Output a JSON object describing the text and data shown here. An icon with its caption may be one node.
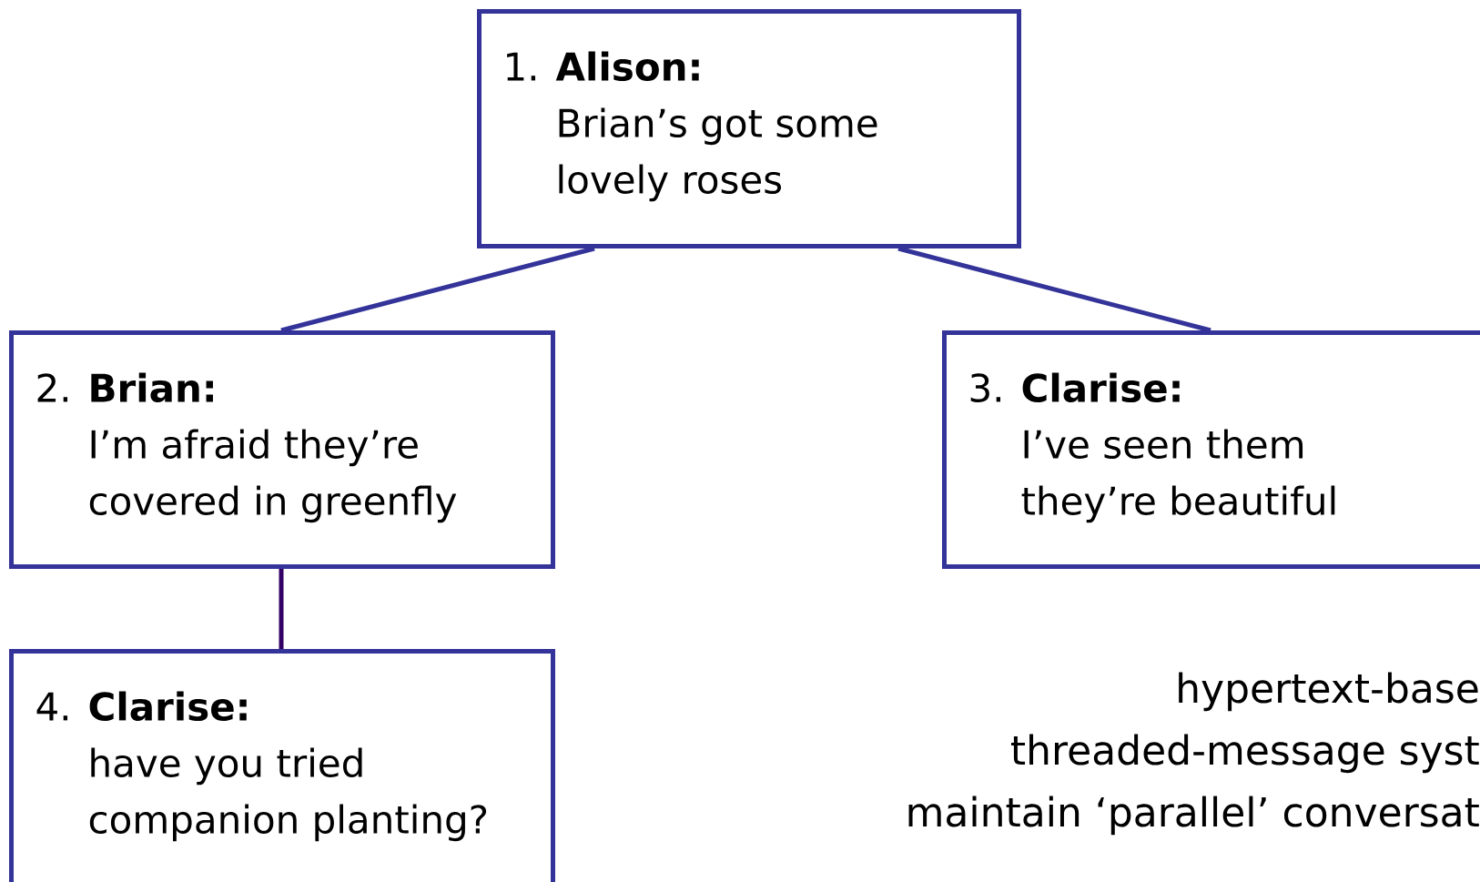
{
  "diagram": {
    "nodes": [
      {
        "text": [
          "1.",
          "Alison:",
          "Brian’s got some lovely roses"
        ]
      },
      {
        "text": [
          "2.",
          "Brian:",
          "I’m afraid they’re covered in greenfly"
        ]
      },
      {
        "text": [
          "3.",
          "Clarise:",
          "I’ve seen them they’re beautiful"
        ]
      },
      {
        "text": [
          "4.",
          "Clarise:",
          "have you tried companion planting?"
        ]
      }
    ],
    "edges": [
      {
        "from": 0,
        "to": 1,
        "arrow": "none"
      },
      {
        "from": 0,
        "to": 2,
        "arrow": "none"
      },
      {
        "from": 1,
        "to": 3,
        "arrow": "none",
        "color": "#330066"
      }
    ],
    "labels": [
      "hypertext-base",
      "threaded-message syst",
      "maintain ‘parallel’ conversat"
    ]
  }
}
